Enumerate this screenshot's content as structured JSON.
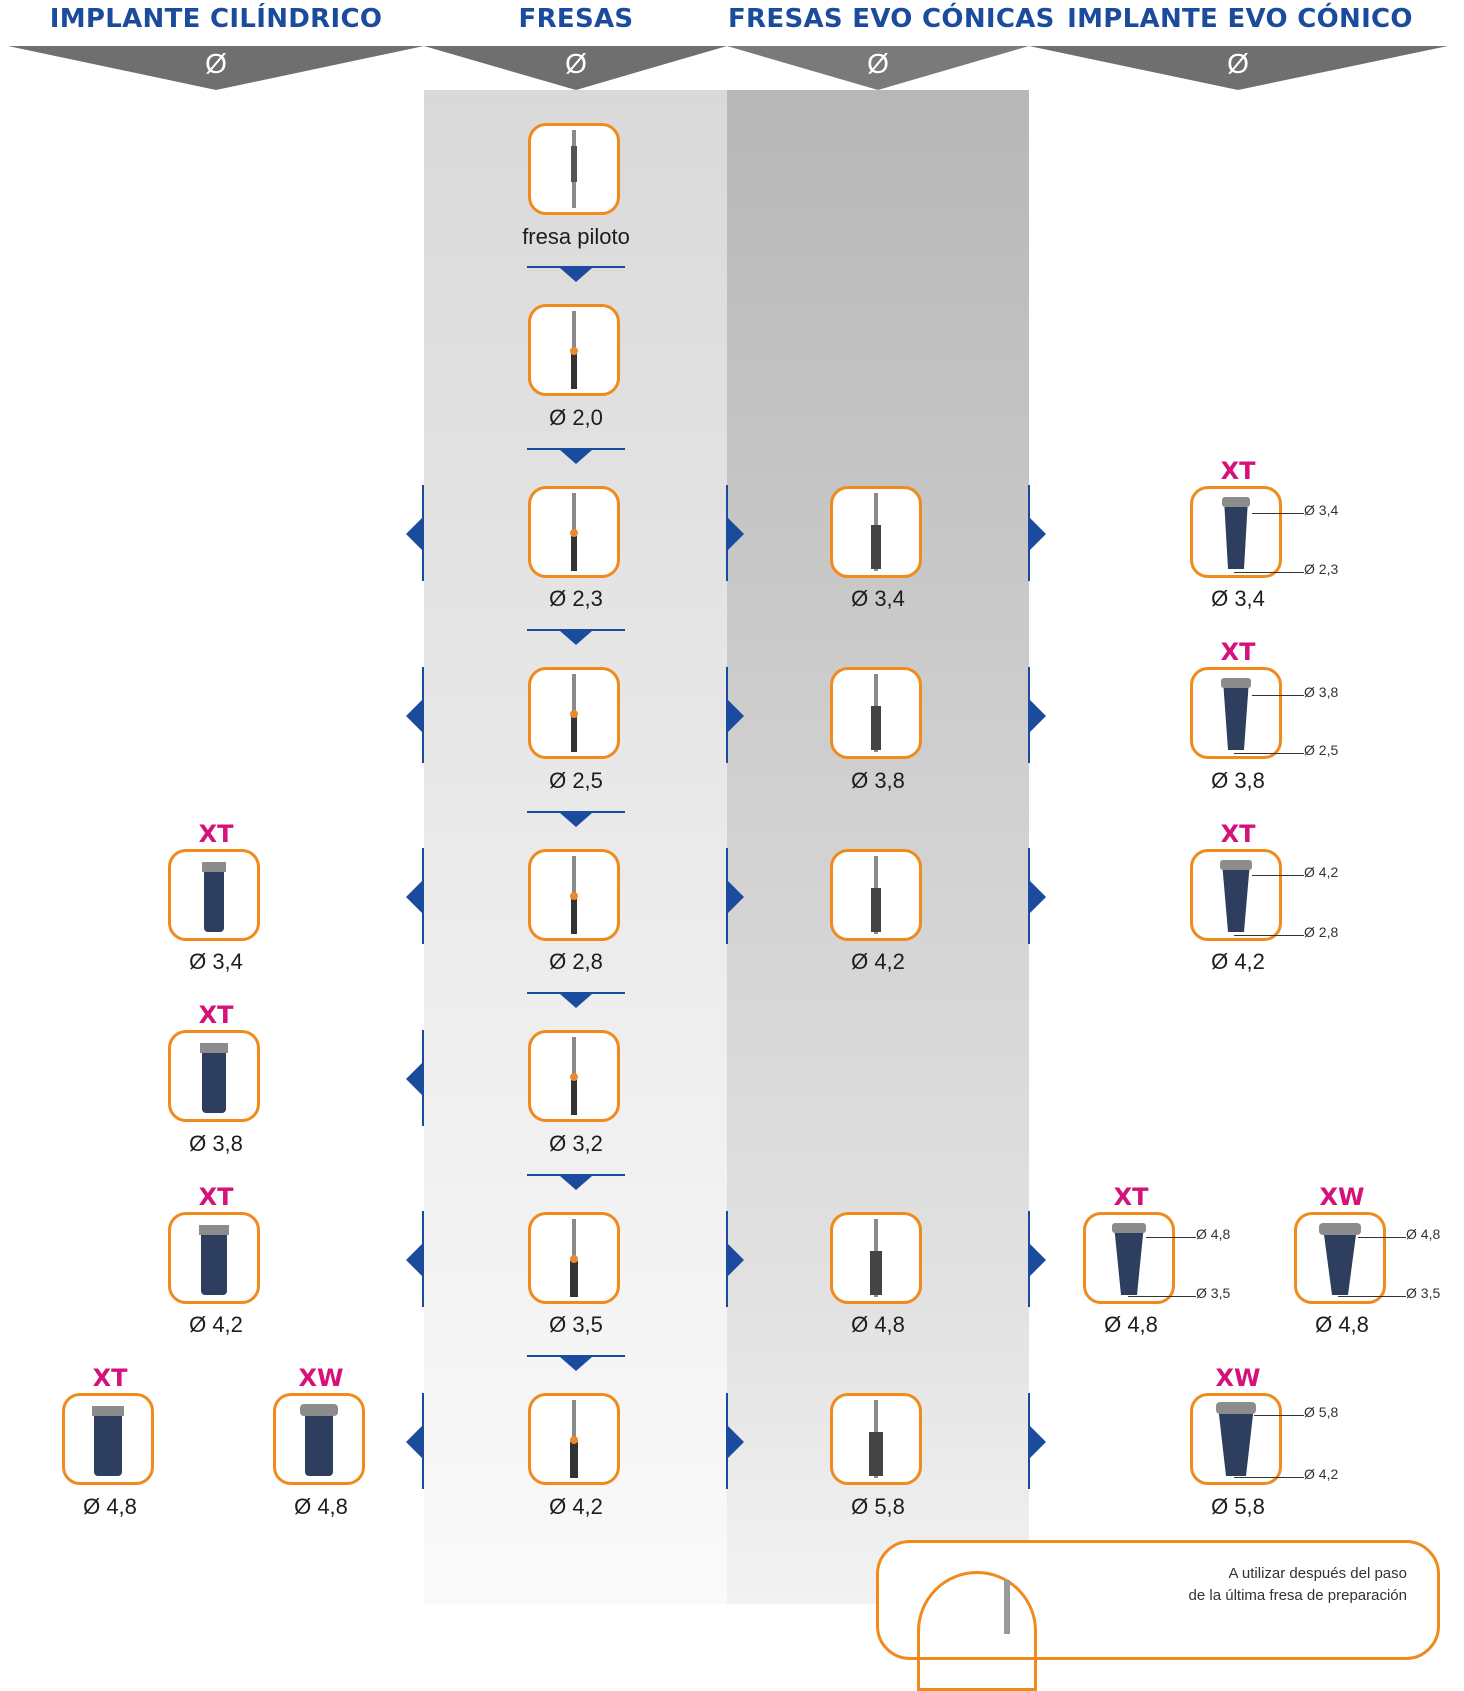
{
  "headers": {
    "cilindrico": "IMPLANTE CILÍNDRICO",
    "fresas": "FRESAS",
    "evo_fresas": "FRESAS EVO CÓNICAS",
    "evo_implante": "IMPLANTE EVO CÓNICO",
    "diameter_symbol": "Ø"
  },
  "fresas": [
    {
      "label": "fresa piloto"
    },
    {
      "label": "Ø 2,0"
    },
    {
      "label": "Ø 2,3"
    },
    {
      "label": "Ø 2,5"
    },
    {
      "label": "Ø 2,8"
    },
    {
      "label": "Ø 3,2"
    },
    {
      "label": "Ø 3,5"
    },
    {
      "label": "Ø 4,2"
    }
  ],
  "evo_fresas": [
    {
      "label": "Ø 3,4"
    },
    {
      "label": "Ø 3,8"
    },
    {
      "label": "Ø 4,2"
    },
    {
      "label": "Ø 4,8"
    },
    {
      "label": "Ø 5,8"
    }
  ],
  "cilindrico": [
    {
      "tag": "XT",
      "label": "Ø 3,4"
    },
    {
      "tag": "XT",
      "label": "Ø 3,8"
    },
    {
      "tag": "XT",
      "label": "Ø 4,2"
    },
    {
      "tag": "XT",
      "label": "Ø 4,8"
    },
    {
      "tag": "XW",
      "label": "Ø 4,8"
    }
  ],
  "evo_implante": [
    {
      "tag": "XT",
      "label": "Ø 3,4",
      "top_d": "Ø 3,4",
      "bottom_d": "Ø 2,3"
    },
    {
      "tag": "XT",
      "label": "Ø 3,8",
      "top_d": "Ø 3,8",
      "bottom_d": "Ø 2,5"
    },
    {
      "tag": "XT",
      "label": "Ø 4,2",
      "top_d": "Ø 4,2",
      "bottom_d": "Ø 2,8"
    },
    {
      "tag": "XT",
      "label": "Ø 4,8",
      "top_d": "Ø 4,8",
      "bottom_d": "Ø 3,5"
    },
    {
      "tag": "XW",
      "label": "Ø 4,8",
      "top_d": "Ø 4,8",
      "bottom_d": "Ø 3,5"
    },
    {
      "tag": "XW",
      "label": "Ø 5,8",
      "top_d": "Ø 5,8",
      "bottom_d": "Ø 4,2"
    }
  ],
  "note": {
    "line1": "A utilizar después del paso",
    "line2": "de la última fresa de preparación"
  },
  "colors": {
    "header_blue": "#1a4b9c",
    "card_orange": "#f08a1c",
    "tag_magenta": "#d4127a",
    "banner_grey": "#6f6f6f"
  }
}
